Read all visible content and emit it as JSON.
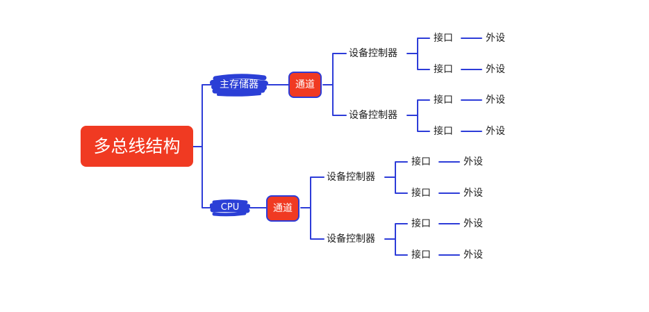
{
  "root": {
    "label": "多总线结构"
  },
  "branches": [
    {
      "label": "主存储器",
      "channel": "通道",
      "controllers": [
        {
          "label": "设备控制器",
          "interfaces": [
            {
              "label": "接口",
              "device": "外设"
            },
            {
              "label": "接口",
              "device": "外设"
            }
          ]
        },
        {
          "label": "设备控制器",
          "interfaces": [
            {
              "label": "接口",
              "device": "外设"
            },
            {
              "label": "接口",
              "device": "外设"
            }
          ]
        }
      ]
    },
    {
      "label": "CPU",
      "channel": "通道",
      "controllers": [
        {
          "label": "设备控制器",
          "interfaces": [
            {
              "label": "接口",
              "device": "外设"
            },
            {
              "label": "接口",
              "device": "外设"
            }
          ]
        },
        {
          "label": "设备控制器",
          "interfaces": [
            {
              "label": "接口",
              "device": "外设"
            },
            {
              "label": "接口",
              "device": "外设"
            }
          ]
        }
      ]
    }
  ],
  "colors": {
    "line": "#2c3bd8",
    "accent": "#f03a22",
    "brush": "#2b3fd6",
    "text": "#1e1e1e"
  }
}
